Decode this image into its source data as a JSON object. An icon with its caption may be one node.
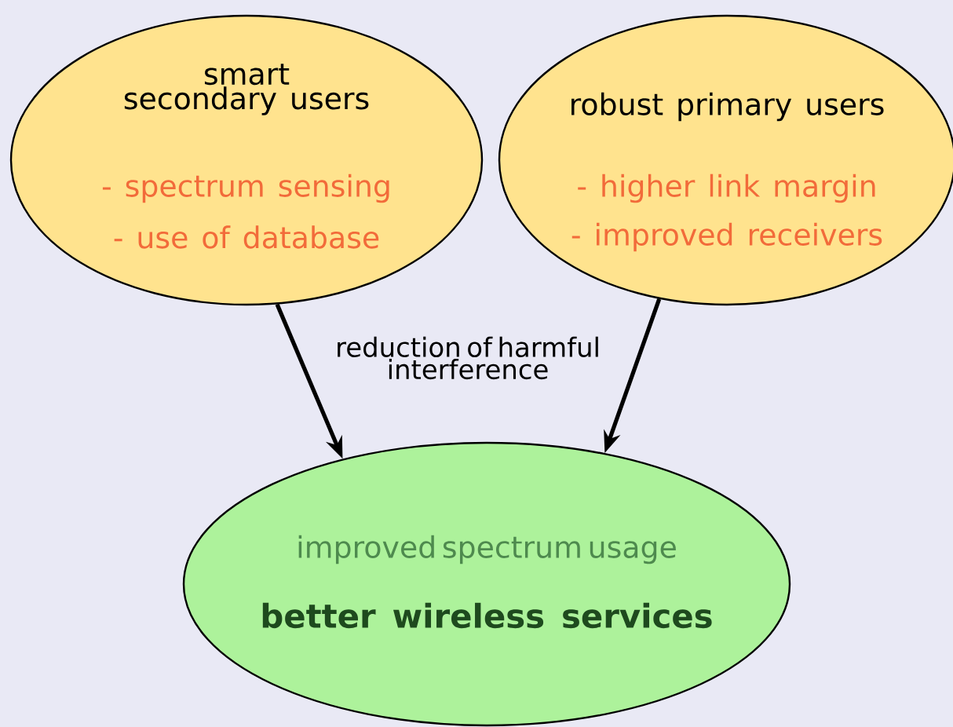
{
  "diagram": {
    "nodes": [
      {
        "text": [
          "smart secondary users",
          "- spectrum sensing",
          "- use of database"
        ]
      },
      {
        "text": [
          "robust primary users",
          "- higher link margin",
          "- improved receivers"
        ]
      },
      {
        "text": [
          "improved spectrum usage",
          "better wireless services"
        ]
      }
    ],
    "edges": [
      {
        "from": 0,
        "to": 2,
        "arrow": "to"
      },
      {
        "from": 1,
        "to": 2,
        "arrow": "to"
      }
    ],
    "labels": [
      "reduction of harmful interference"
    ]
  }
}
